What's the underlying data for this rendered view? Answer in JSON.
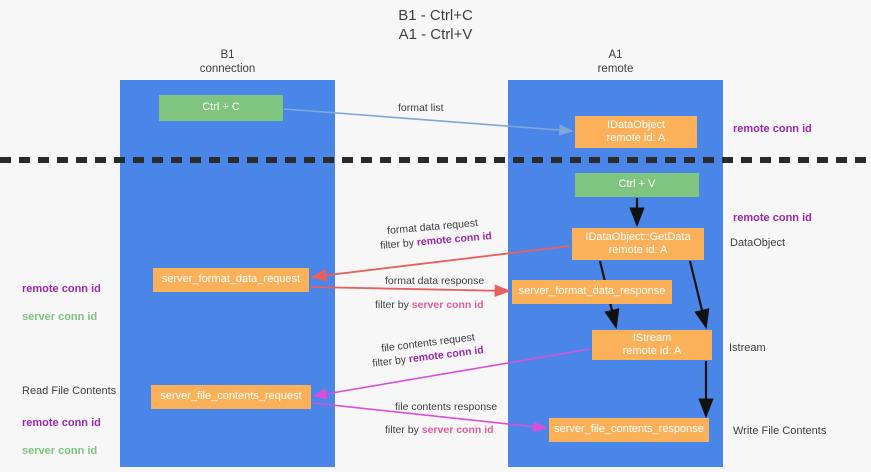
{
  "title": "B1 - Ctrl+C\nA1 - Ctrl+V",
  "lanes": [
    {
      "name": "b1",
      "header": "B1\nconnection",
      "color": "#4a86e8"
    },
    {
      "name": "a1",
      "header": "A1\nremote",
      "color": "#4a86e8"
    }
  ],
  "nodes": {
    "ctrl_c": "Ctrl + C",
    "idataobject": "IDataObject\nremote id: A",
    "ctrl_v": "Ctrl + V",
    "getdata": "IDataObject::GetData\nremote id: A",
    "server_format_data_request": "server_format_data_request",
    "server_format_data_response": "server_format_data_response",
    "istream": "IStream\nremote id: A",
    "server_file_contents_request": "server_file_contents_request",
    "server_file_contents_response": "server_file_contents_response"
  },
  "edges": {
    "format_list": "format list",
    "format_data_request": "format data request",
    "format_data_request_filter_prefix": "filter by ",
    "format_data_request_filter_key": "remote conn id",
    "format_data_response": "format data response",
    "format_data_response_filter_prefix": "filter by ",
    "format_data_response_filter_key": "server conn id",
    "file_contents_request": "file contents request",
    "file_contents_request_filter_prefix": "filter by ",
    "file_contents_request_filter_key": "remote conn id",
    "file_contents_response": "file contents response",
    "file_contents_response_filter_prefix": "filter by ",
    "file_contents_response_filter_key": "server conn id"
  },
  "annotations": {
    "remote_conn_id_top": "remote conn id",
    "remote_conn_id_mid": "remote conn id",
    "dataobject": "DataObject",
    "istream": "Istream",
    "write_file_contents": "Write File Contents",
    "read_file_contents": "Read File Contents",
    "left_remote_conn_id": "remote conn id",
    "left_server_conn_id": "server conn id",
    "left_remote_conn_id_2": "remote conn id",
    "left_server_conn_id_2": "server conn id"
  },
  "colors": {
    "lane": "#4a86e8",
    "node_green": "#7fc47f",
    "node_orange": "#fbb05a",
    "remote_conn_id": "#9c27b0",
    "server_conn_id": "#7fc47f",
    "server_conn_id_edge": "#e05c9e",
    "divider": "#2b2b2b",
    "arrow_format_list": "#7fa8d8",
    "arrow_red": "#e8605d",
    "arrow_magenta": "#d94fd9",
    "arrow_black": "#000000",
    "background": "#f7f7f7"
  }
}
